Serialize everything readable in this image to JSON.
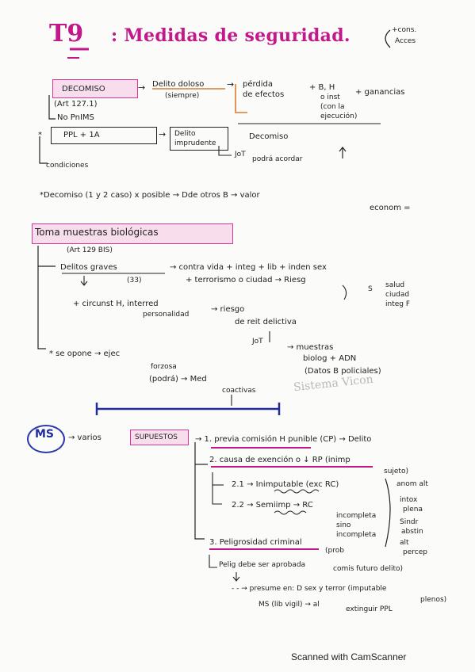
{
  "title": {
    "number": "T9",
    "colon_text": ": Medidas de seguridad.",
    "note_1": "+cons.",
    "note_2": "Acces"
  },
  "decomiso_block": {
    "header": "DECOMISO",
    "arrow_1": "Delito doloso",
    "arrow_1_sub": "(siempre)",
    "perdida": "pérdida",
    "de_efectos": "de efectos",
    "plus_b": "+ B, H",
    "o_inst": "o inst",
    "con_la": "(con la",
    "ejecucion": "ejecución)",
    "plus_ganancias": "+ ganancias",
    "art": "(Art 127.1)",
    "no_pnims": "No PnIMS",
    "star_box": "PPL + 1A",
    "delito_imprudente_1": "Delito",
    "delito_imprudente_2": "imprudente",
    "decomiso_right": "Decomiso",
    "jot": "JoT",
    "podra_acordar": "podrá acordar",
    "condiciones": "condiciones",
    "decomiso_line": "*Decomiso (1 y 2 caso) x posible → Dde otros B → valor",
    "econom": "econom ="
  },
  "toma_block": {
    "header": "Toma muestras biológicas",
    "art": "(Art 129 BIS)",
    "delitos_graves": "Delitos graves",
    "contra": "→ contra vida + integ + lib + inden sex",
    "num_33": "(33)",
    "terrorismo": "+ terrorismo o ciudad → Riesg",
    "salud": "salud",
    "s_mark": "S",
    "ciudad": "ciudad",
    "integ": "integ F",
    "circunst": "+ circunst H, interred",
    "personalidad": "personalidad",
    "riesgo": "→ riesgo",
    "de_reit": "de reit delictiva",
    "jot": "JoT",
    "muestras": "→ muestras",
    "biolog": "biolog + ADN",
    "datos": "(Datos B policiales)",
    "se_opone": "* se opone → ejec",
    "forzosa": "forzosa",
    "podra": "(podrá) → Med",
    "coactivas": "coactivas"
  },
  "ms_block": {
    "circle": "MS",
    "varios": "→ varios",
    "supuestos": "SUPUESTOS",
    "s1": "→ 1. previa comisión H punible (CP) → Delito",
    "s2": "2. causa de exención o ↓ RP (inimp",
    "sujeto": "sujeto)",
    "s21": "2.1 → Inimputable (exc RC)",
    "s22": "2.2 → Semiimp → RC",
    "incompleta": "incompleta",
    "sino": "sino",
    "incompleta2": "incompleta",
    "right_1": "anom alt",
    "right_2": "intox",
    "right_3": "plena",
    "right_4": "Sindr",
    "right_5": "abstin",
    "right_6": "alt",
    "right_7": "percep",
    "s3": "3. Peligrosidad criminal",
    "prob": "(prob",
    "comis": "comis futuro delito)",
    "pelig": "Pelig debe ser aprobada",
    "presume": "- - → presume en: D sex y terror (imputable",
    "plenos": "plenos)",
    "ms_lib": "MS (lib vigil) → al",
    "extinguir": "extinguir PPL"
  },
  "watermark": "Sistema Vicon",
  "footer": "Scanned with CamScanner",
  "colors": {
    "title_magenta": "#c2188a",
    "highlight_pink": "#f4badc",
    "underline_orange": "#e07a2a",
    "blue_line": "#1f2d9f",
    "circle_blue": "#2b3aa8"
  }
}
